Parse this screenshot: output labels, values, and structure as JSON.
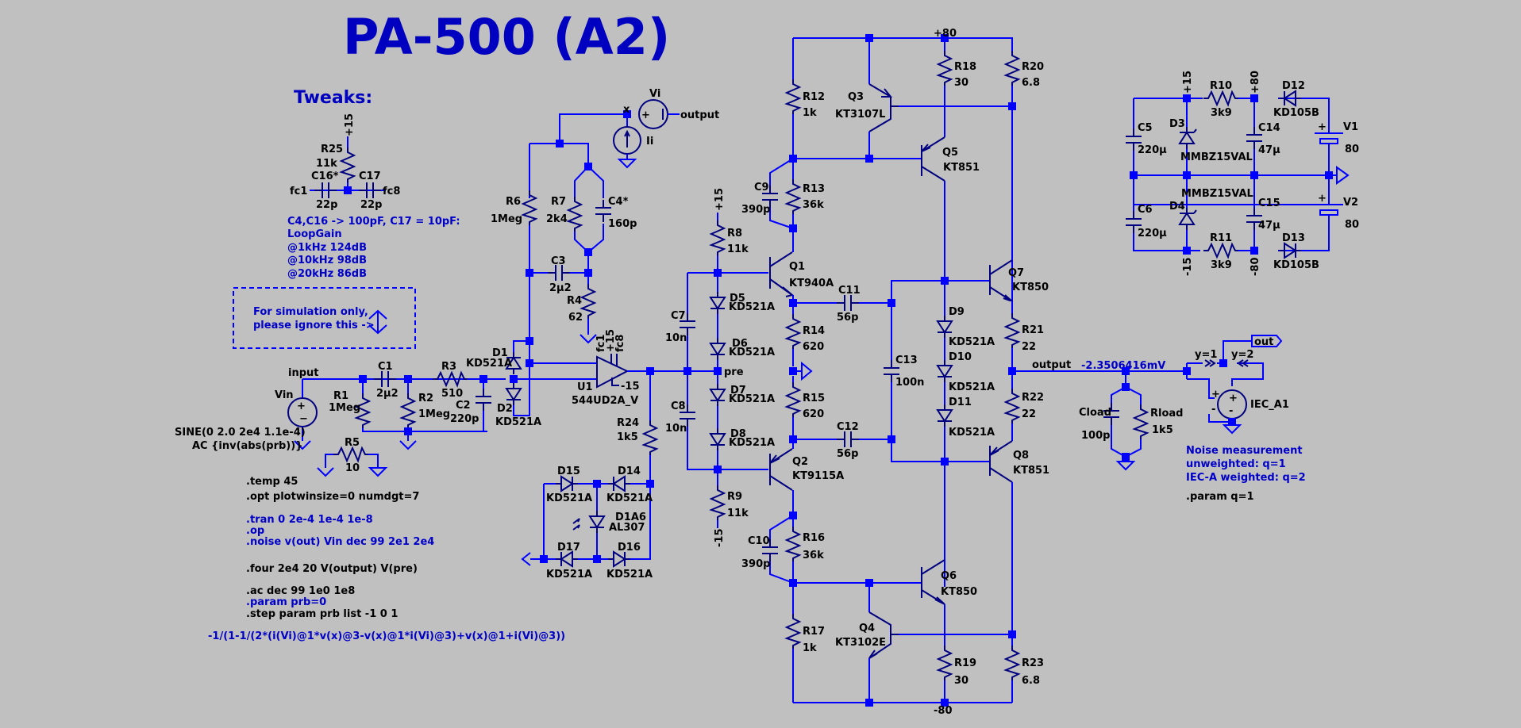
{
  "title": "PA-500 (A2)",
  "tweaks": {
    "heading": "Tweaks:",
    "r25": {
      "name": "R25",
      "value": "11k"
    },
    "c16": {
      "name": "C16*",
      "value": "22p"
    },
    "c17": {
      "name": "C17",
      "value": "22p"
    },
    "fc1": "fc1",
    "fc8": "fc8",
    "supply": "+15",
    "notes": [
      "C4,C16 -> 100pF, C17 = 10pF:",
      "LoopGain",
      "@1kHz 124dB",
      "@10kHz 98dB",
      "@20kHz 86dB"
    ]
  },
  "sim_box": {
    "lines": [
      "For simulation only,",
      "please ignore this ->"
    ]
  },
  "input_stage": {
    "net_input": "input",
    "vin": {
      "name": "Vin",
      "line1": "SINE(0 2.0 2e4 1.1e-4)",
      "line2": "AC {inv(abs(prb))}"
    },
    "r1": {
      "name": "R1",
      "value": "1Meg"
    },
    "c1": {
      "name": "C1",
      "value": "2μ2"
    },
    "r2": {
      "name": "R2",
      "value": "1Meg"
    },
    "r3": {
      "name": "R3",
      "value": "510"
    },
    "c2": {
      "name": "C2",
      "value": "220p"
    },
    "r5": {
      "name": "R5",
      "value": "10"
    },
    "d1": {
      "name": "D1",
      "value": "KD521A"
    },
    "d2": {
      "name": "D2",
      "value": "KD521A"
    },
    "r6": {
      "name": "R6",
      "value": "1Meg"
    },
    "r7": {
      "name": "R7",
      "value": "2k4"
    },
    "c4": {
      "name": "C4*",
      "value": "160p"
    },
    "c3": {
      "name": "C3",
      "value": "2μ2"
    },
    "r4": {
      "name": "R4",
      "value": "62"
    },
    "u1": {
      "name": "U1",
      "value": "544UD2A_V",
      "pins": [
        "fc1",
        "+15",
        "fc8",
        "-15"
      ]
    },
    "vi": {
      "name": "Vi"
    },
    "ii": {
      "name": "Ii"
    },
    "net_x": "x",
    "net_output": "output",
    "r24": {
      "name": "R24",
      "value": "1k5"
    }
  },
  "led_stage": {
    "d15": {
      "name": "D15",
      "value": "KD521A"
    },
    "d14": {
      "name": "D14",
      "value": "KD521A"
    },
    "d1a6": {
      "name": "D1A6",
      "value": "AL307"
    },
    "d17": {
      "name": "D17",
      "value": "KD521A"
    },
    "d16": {
      "name": "D16",
      "value": "KD521A"
    }
  },
  "spice": {
    "temp": ".temp 45",
    "opt": ".opt plotwinsize=0 numdgt=7",
    "tran": ".tran 0 2e-4 1e-4 1e-8",
    "op": ".op",
    "noise": ".noise v(out) Vin dec 99 2e1 2e4",
    "four": ".four 2e4 20 V(output) V(pre)",
    "ac": ".ac dec 99 1e0 1e8",
    "param": ".param prb=0",
    "step": ".step param prb list -1 0 1",
    "expr": "-1/(1-1/(2*(i(Vi)@1*v(x)@3-v(x)@1*i(Vi)@3)+v(x)@1+i(Vi)@3))"
  },
  "driver": {
    "r8": {
      "name": "R8",
      "value": "11k"
    },
    "r9": {
      "name": "R9",
      "value": "11k"
    },
    "c7": {
      "name": "C7",
      "value": "10n"
    },
    "c8": {
      "name": "C8",
      "value": "10n"
    },
    "d5": {
      "name": "D5",
      "value": "KD521A"
    },
    "d6": {
      "name": "D6",
      "value": "KD521A"
    },
    "d7": {
      "name": "D7",
      "value": "KD521A"
    },
    "d8": {
      "name": "D8",
      "value": "KD521A"
    },
    "net_pre": "pre",
    "q1": {
      "name": "Q1",
      "value": "KT940A"
    },
    "q2": {
      "name": "Q2",
      "value": "KT9115A"
    },
    "r12": {
      "name": "R12",
      "value": "1k"
    },
    "r13": {
      "name": "R13",
      "value": "36k"
    },
    "c9": {
      "name": "C9",
      "value": "390p"
    },
    "r14": {
      "name": "R14",
      "value": "620"
    },
    "r15": {
      "name": "R15",
      "value": "620"
    },
    "r16": {
      "name": "R16",
      "value": "36k"
    },
    "c10": {
      "name": "C10",
      "value": "390p"
    },
    "r17": {
      "name": "R17",
      "value": "1k"
    },
    "c11": {
      "name": "C11",
      "value": "56p"
    },
    "c12": {
      "name": "C12",
      "value": "56p"
    },
    "plus15": "+15",
    "minus15": "-15"
  },
  "output_stage": {
    "plus80": "+80",
    "minus80": "-80",
    "q3": {
      "name": "Q3",
      "value": "KT3107L"
    },
    "q4": {
      "name": "Q4",
      "value": "KT3102E"
    },
    "q5": {
      "name": "Q5",
      "value": "KT851"
    },
    "q6": {
      "name": "Q6",
      "value": "KT850"
    },
    "q7": {
      "name": "Q7",
      "value": "KT850"
    },
    "q8": {
      "name": "Q8",
      "value": "KT851"
    },
    "r18": {
      "name": "R18",
      "value": "30"
    },
    "r19": {
      "name": "R19",
      "value": "30"
    },
    "r20": {
      "name": "R20",
      "value": "6.8"
    },
    "r23": {
      "name": "R23",
      "value": "6.8"
    },
    "r21": {
      "name": "R21",
      "value": "22"
    },
    "r22": {
      "name": "R22",
      "value": "22"
    },
    "c13": {
      "name": "C13",
      "value": "100n"
    },
    "d9": {
      "name": "D9",
      "value": "KD521A"
    },
    "d10": {
      "name": "D10",
      "value": "KD521A"
    },
    "d11": {
      "name": "D11",
      "value": "KD521A"
    },
    "net_output": "output",
    "output_voltage": "-2.3506416mV",
    "cload": {
      "name": "Cload",
      "value": "100p"
    },
    "rload": {
      "name": "Rload",
      "value": "1k5"
    }
  },
  "supply": {
    "r10": {
      "name": "R10",
      "value": "3k9"
    },
    "r11": {
      "name": "R11",
      "value": "3k9"
    },
    "d12": {
      "name": "D12",
      "value": "KD105B"
    },
    "d13": {
      "name": "D13",
      "value": "KD105B"
    },
    "d3": {
      "name": "D3",
      "value": "MMBZ15VAL"
    },
    "d4": {
      "name": "D4",
      "value": "MMBZ15VAL"
    },
    "c5": {
      "name": "C5",
      "value": "220μ"
    },
    "c6": {
      "name": "C6",
      "value": "220μ"
    },
    "c14": {
      "name": "C14",
      "value": "47μ"
    },
    "c15": {
      "name": "C15",
      "value": "47μ"
    },
    "v1": {
      "name": "V1",
      "value": "80"
    },
    "v2": {
      "name": "V2",
      "value": "80"
    },
    "p15": "+15",
    "m15": "-15",
    "p80": "+80",
    "m80": "-80"
  },
  "noise": {
    "y1": "y=1",
    "y2": "y=2",
    "out": "out",
    "iec": "IEC_A1",
    "notes": [
      "Noise measurement",
      "unweighted: q=1",
      "IEC-A weighted: q=2"
    ],
    "param": ".param q=1"
  }
}
